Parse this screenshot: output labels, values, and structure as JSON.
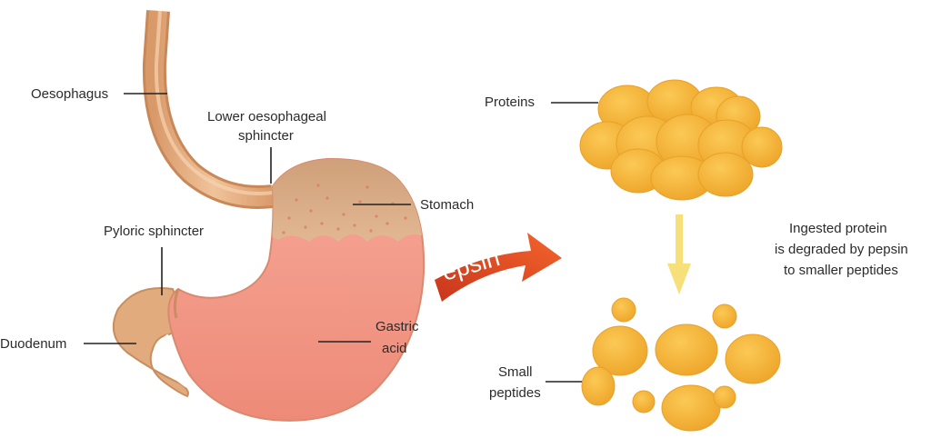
{
  "labels": {
    "oesophagus": "Oesophagus",
    "les_line1": "Lower oesophageal",
    "les_line2": "sphincter",
    "stomach": "Stomach",
    "pyloric": "Pyloric sphincter",
    "duodenum": "Duodenum",
    "gastric_line1": "Gastric",
    "gastric_line2": "acid",
    "pepsin": "Pepsin",
    "proteins": "Proteins",
    "peptides_line1": "Small",
    "peptides_line2": "peptides",
    "caption_line1": "Ingested protein",
    "caption_line2": "is degraded by pepsin",
    "caption_line3": "to smaller peptides"
  },
  "colors": {
    "oesophagus": "#e7b68a",
    "stomach_upper": "#dcae86",
    "stomach_lower": "#f3998a",
    "duodenum": "#e9b88c",
    "protein": "#f4b63a",
    "protein_shade": "#e39e22",
    "pepsin_arrow": "#e9522a",
    "down_arrow": "#f7e07a"
  }
}
